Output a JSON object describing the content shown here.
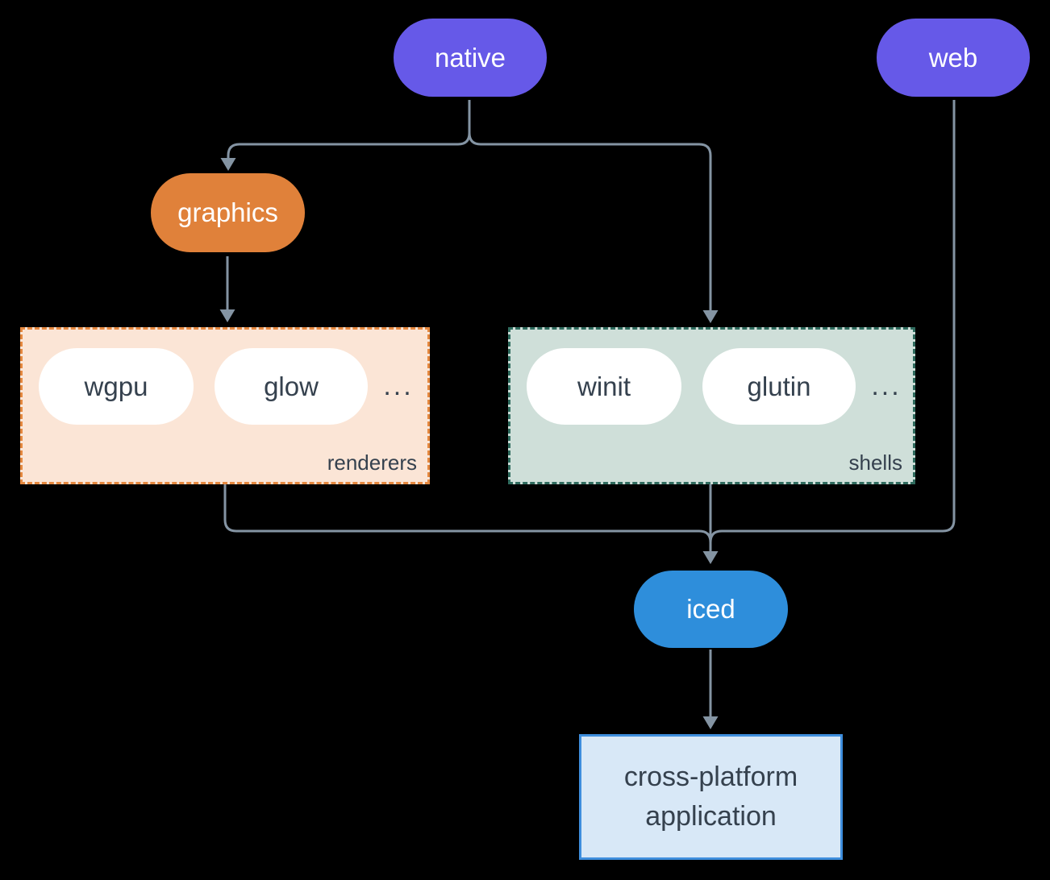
{
  "nodes": {
    "native": {
      "label": "native"
    },
    "web": {
      "label": "web"
    },
    "graphics": {
      "label": "graphics"
    },
    "iced": {
      "label": "iced"
    },
    "app": {
      "line1": "cross-platform",
      "line2": "application"
    }
  },
  "groups": {
    "renderers": {
      "label": "renderers",
      "items": [
        "wgpu",
        "glow"
      ],
      "more": "..."
    },
    "shells": {
      "label": "shells",
      "items": [
        "winit",
        "glutin"
      ],
      "more": "..."
    }
  },
  "colors": {
    "bg": "#000000",
    "purple": "#6659e8",
    "orange": "#e0813a",
    "blue": "#2e8edb",
    "line": "#8494a3",
    "ink": "#35414e",
    "renderers_bg": "#fbe5d6",
    "renderers_border": "#e5883f",
    "shells_bg": "#cfdfd9",
    "shells_border": "#2f6b5e",
    "app_bg": "#d8e8f7",
    "app_border": "#3e8edd"
  }
}
